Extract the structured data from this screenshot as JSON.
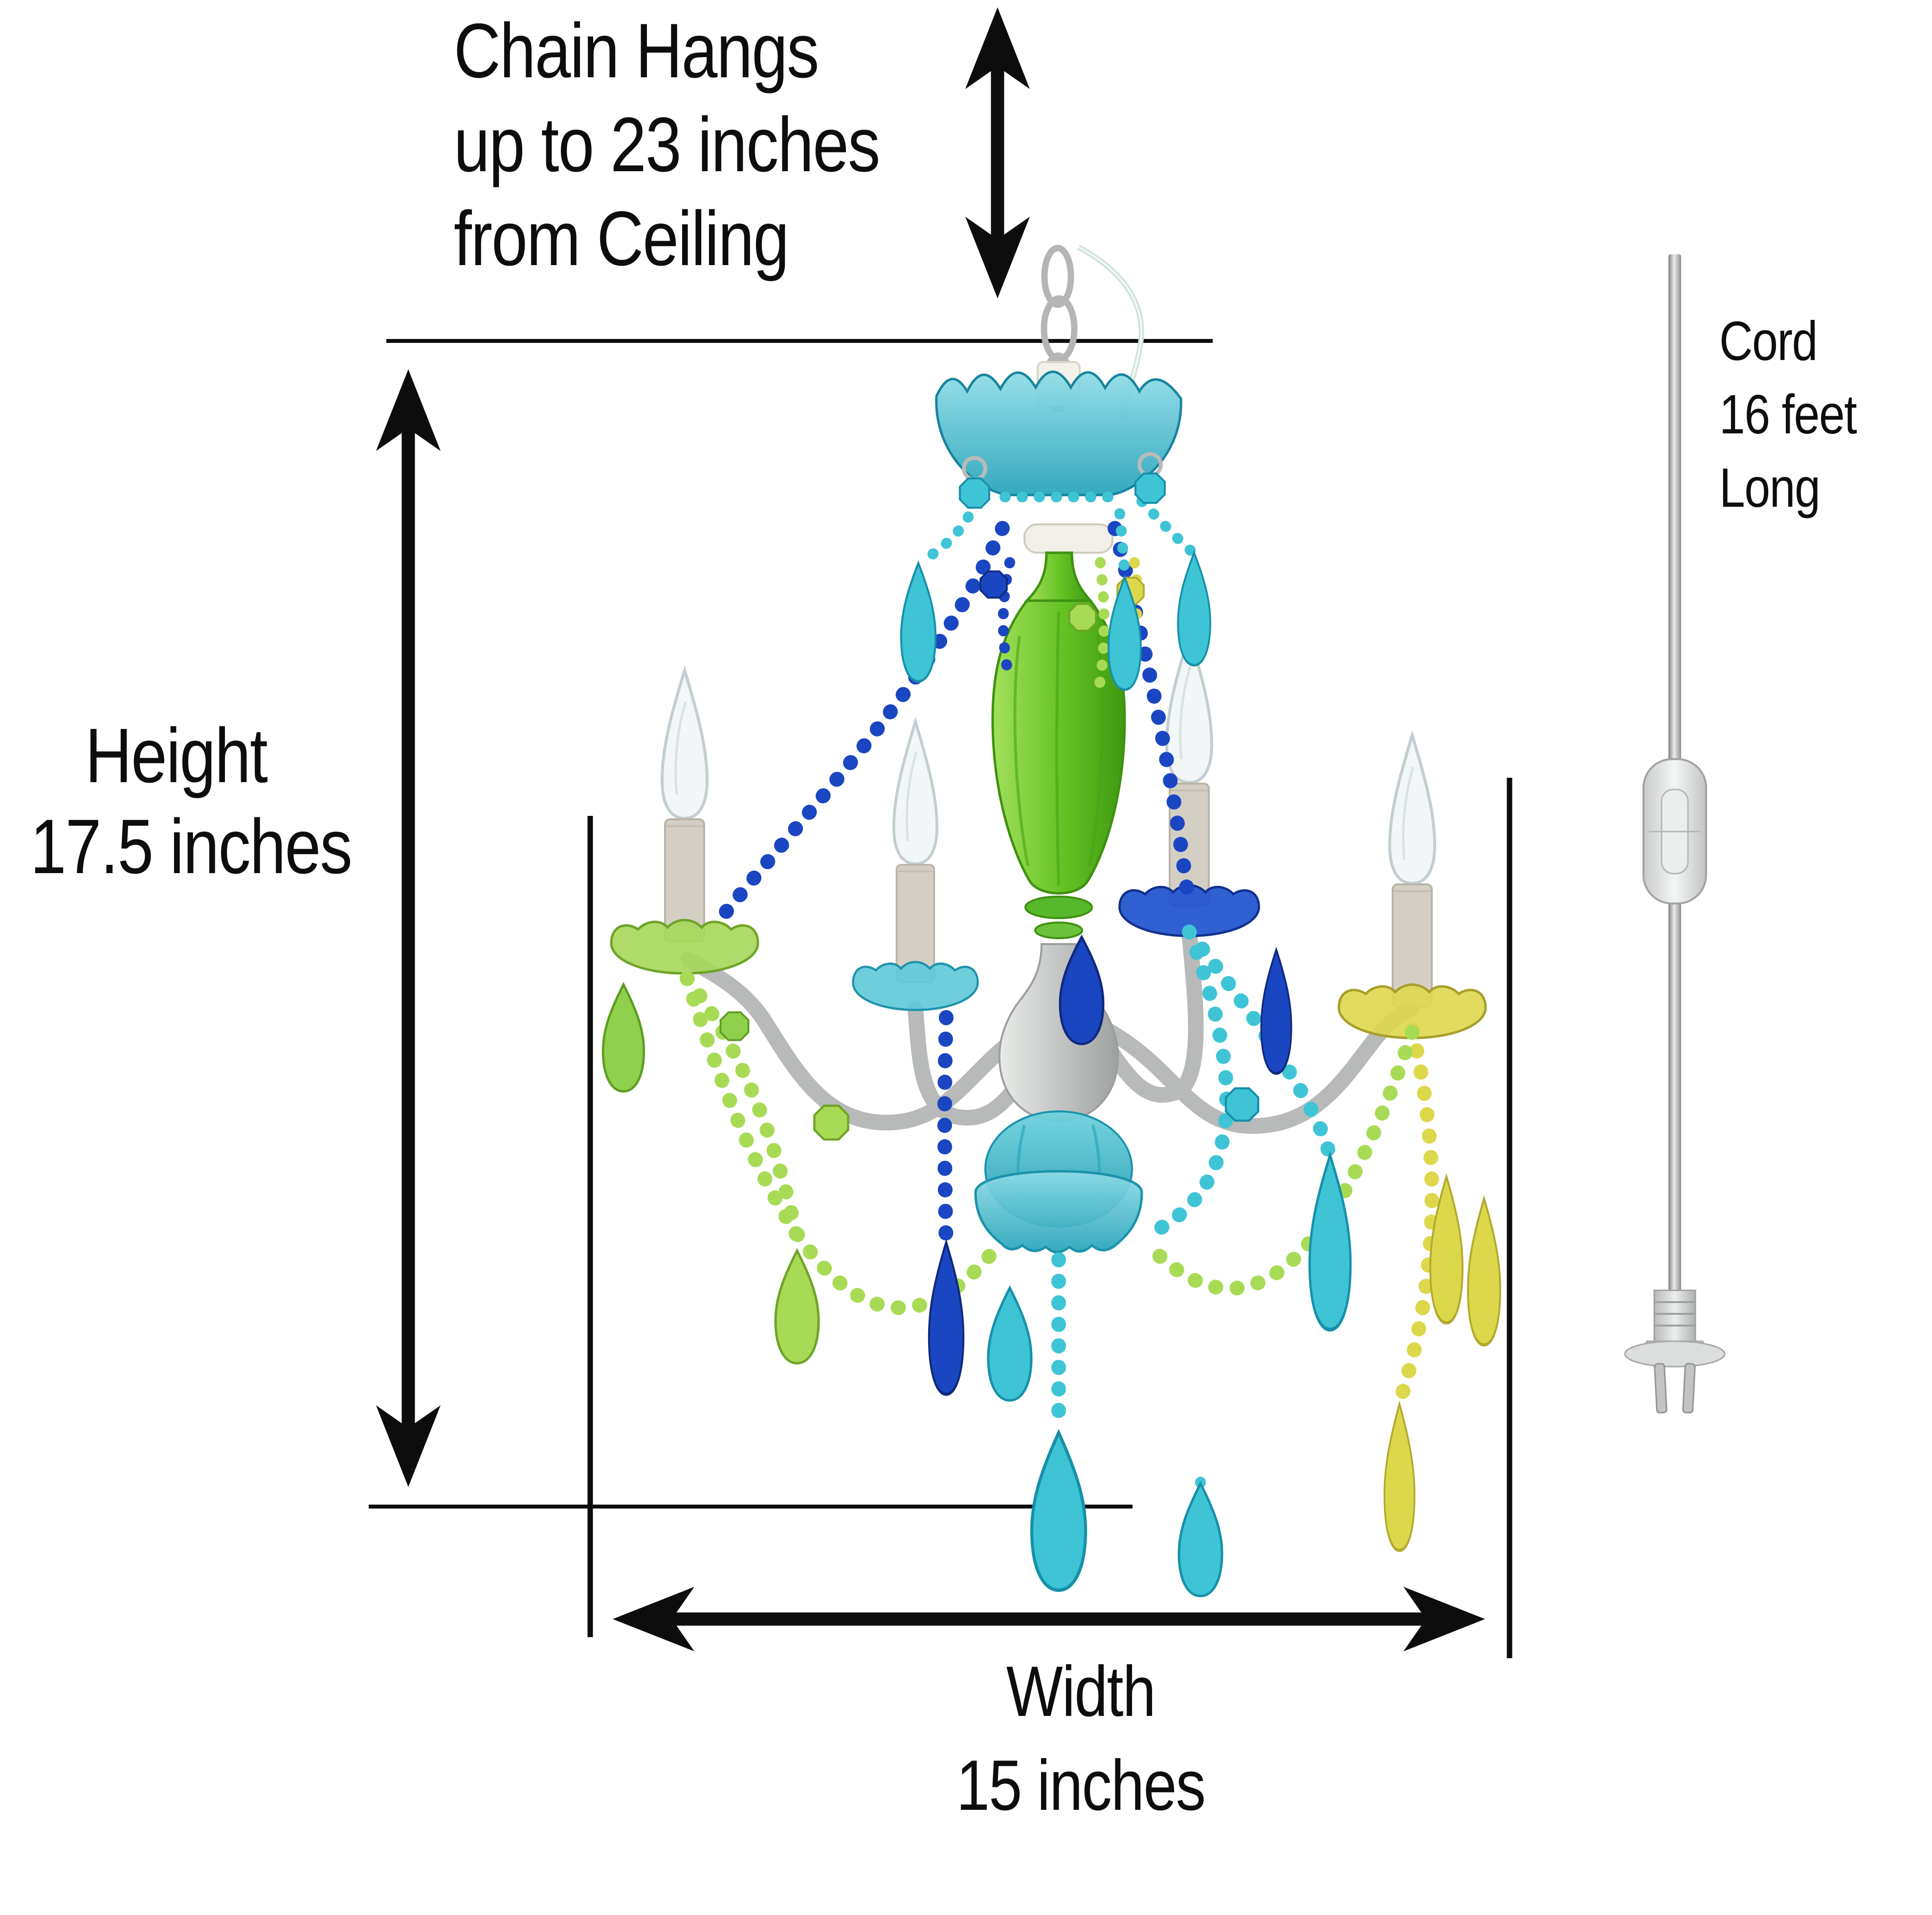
{
  "title": "Chandelier dimensions diagram",
  "annotations": {
    "chain": {
      "line1": "Chain Hangs",
      "line2": "up to 23 inches",
      "line3": "from Ceiling"
    },
    "height": {
      "line1": "Height",
      "line2": "17.5 inches"
    },
    "width": {
      "line1": "Width",
      "line2": "15 inches"
    },
    "cord": {
      "line1": "Cord",
      "line2": "16 feet",
      "line3": "Long"
    }
  },
  "measurements": {
    "chain_drop_inches": 23,
    "height_inches": 17.5,
    "width_inches": 15,
    "cord_feet": 16
  },
  "icons": {
    "chain_length_arrow": "vertical double-headed arrow",
    "height_arrow": "vertical double-headed arrow",
    "width_arrow": "horizontal double-headed arrow",
    "inline_switch": "clear rocker switch barrel on cord",
    "plug": "two-prong wall plug"
  },
  "illustration": {
    "subject": "4-arm acrylic crystal chandelier with candle bulbs",
    "crystal_colors": [
      "teal",
      "cobalt blue",
      "lime green",
      "yellow"
    ]
  },
  "colors": {
    "ink": "#0d0d0d",
    "teal": "#3fc4d6",
    "teal_dark": "#1a93ab",
    "cobalt": "#1b46c2",
    "green": "#58b82c",
    "lime": "#a8db55",
    "yellow": "#ddd74b",
    "silver": "#b7bab8",
    "sleeve": "#d3cfc5",
    "bulb": "#f2f6f6"
  }
}
